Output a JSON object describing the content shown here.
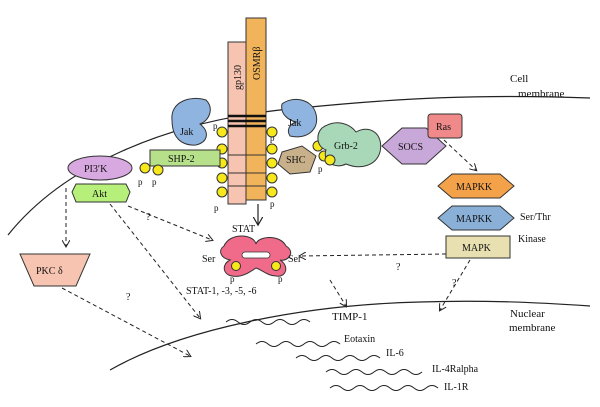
{
  "membranes": {
    "cell": "Cell",
    "cell2": "membrane",
    "nuclear": "Nuclear",
    "nuclear2": "membrane"
  },
  "receptors": {
    "gp130": "gp130",
    "osmr": "OSMRβ"
  },
  "nodes": {
    "jak_left": "Jak",
    "jak_right": "Jak",
    "shp2": "SHP-2",
    "pi3k": "PI3′K",
    "akt": "Akt",
    "shc": "SHC",
    "grb2": "Grb-2",
    "socs": "SOCS",
    "ras": "Ras",
    "mapkk1": "MAPKK",
    "mapkk2": "MAPKK",
    "mapk": "MAPK",
    "sers_thr": "Ser/Thr",
    "kinase": "Kinase",
    "pkc": "PKC δ",
    "stat": "STAT",
    "stat_ser_left": "Ser",
    "stat_ser_right": "Ser",
    "stat_list": "STAT-1, -3, -5, -6"
  },
  "p_label": "p",
  "question": "?",
  "genes": [
    "TIMP-1",
    "Eotaxin",
    "IL-6",
    "IL-4Ralpha",
    "IL-1R"
  ],
  "colors": {
    "gp130": "#f6c4b0",
    "osmr": "#f2b45a",
    "jak": "#8fb4e0",
    "shp2": "#b6e08a",
    "pi3k": "#d8a8e0",
    "akt": "#b6f07a",
    "shc": "#c8b08a",
    "grb2": "#a8d8b8",
    "socs": "#c8a8d8",
    "ras": "#f08a8a",
    "mapkk1": "#f4a24a",
    "mapkk2": "#8ab0d8",
    "mapk": "#e8e0b0",
    "pkc": "#f6c4b0",
    "stat": "#f06a8a",
    "phospho": "#f6e81a"
  }
}
